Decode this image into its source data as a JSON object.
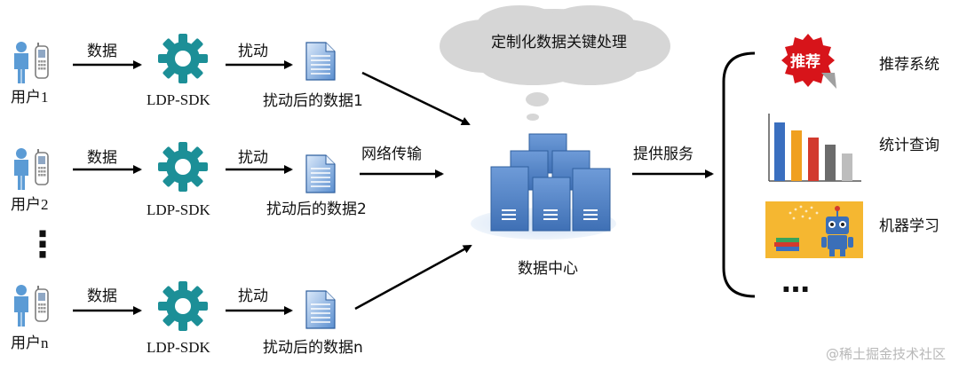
{
  "users": [
    {
      "label": "用户1",
      "data_label": "数据",
      "sdk_label": "LDP-SDK",
      "perturb_label": "扰动",
      "output_label": "扰动后的数据1"
    },
    {
      "label": "用户2",
      "data_label": "数据",
      "sdk_label": "LDP-SDK",
      "perturb_label": "扰动",
      "output_label": "扰动后的数据2"
    },
    {
      "label": "用户n",
      "data_label": "数据",
      "sdk_label": "LDP-SDK",
      "perturb_label": "扰动",
      "output_label": "扰动后的数据n"
    }
  ],
  "ellipsis_vertical": "⋮",
  "network_label": "网络传输",
  "cloud_label": "定制化数据关键处理",
  "datacenter_label": "数据中心",
  "service_label": "提供服务",
  "services": [
    {
      "label": "推荐系统",
      "badge_text": "推荐",
      "icon": "recommend-badge-icon"
    },
    {
      "label": "统计查询",
      "icon": "bar-chart-icon"
    },
    {
      "label": "机器学习",
      "icon": "robot-icon"
    }
  ],
  "services_more": "…",
  "watermark": "@稀土掘金技术社区",
  "colors": {
    "gear": "#1c8f97",
    "doc": "#4a86c8",
    "server": "#4f82c3",
    "cloud": "#d6d6d6",
    "person": "#5b9bd5",
    "badge": "#d7141a",
    "bars": [
      "#3a6fbf",
      "#f0a020",
      "#d23a2e",
      "#6b6b6b",
      "#bdbdbd"
    ]
  }
}
